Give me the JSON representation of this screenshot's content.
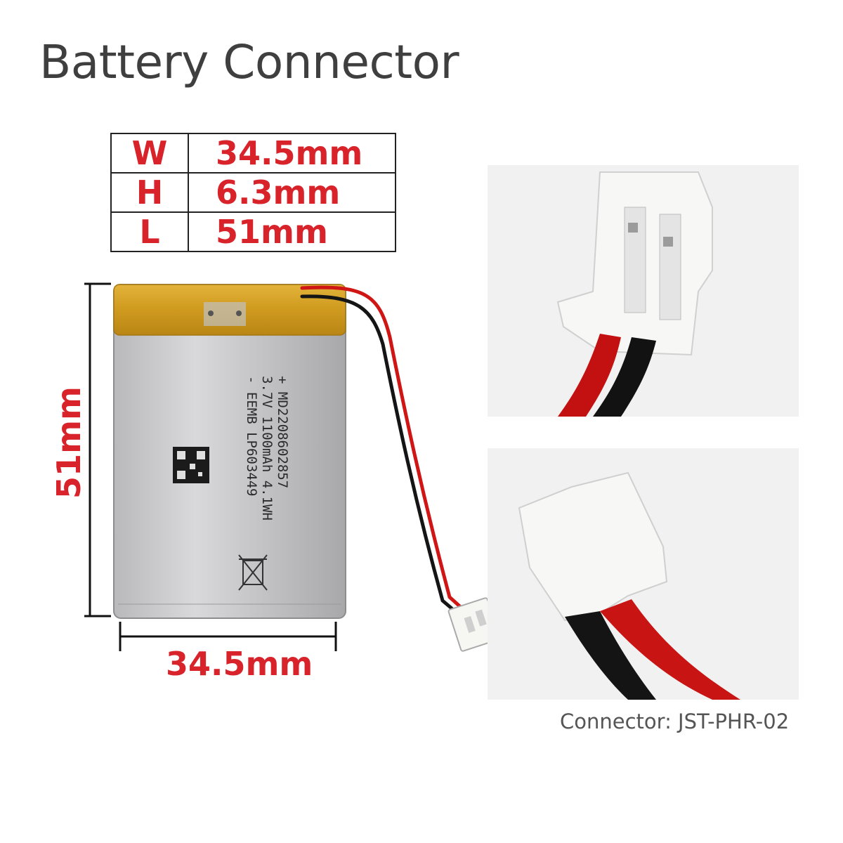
{
  "title": "Battery Connector",
  "specs": [
    {
      "key": "W",
      "value": "34.5mm"
    },
    {
      "key": "H",
      "value": "6.3mm"
    },
    {
      "key": "L",
      "value": "51mm"
    }
  ],
  "dimensions": {
    "width_label": "34.5mm",
    "length_label": "51mm"
  },
  "battery_label": {
    "line1": "- EEMB LP603449",
    "line2": "  3.7V 1100mAh 4.1WH",
    "line3": "+ MD2208602857"
  },
  "caption": "Connector: JST-PHR-02",
  "colors": {
    "accent": "#d8232a",
    "title": "#3f3f3f",
    "caption": "#555555"
  }
}
